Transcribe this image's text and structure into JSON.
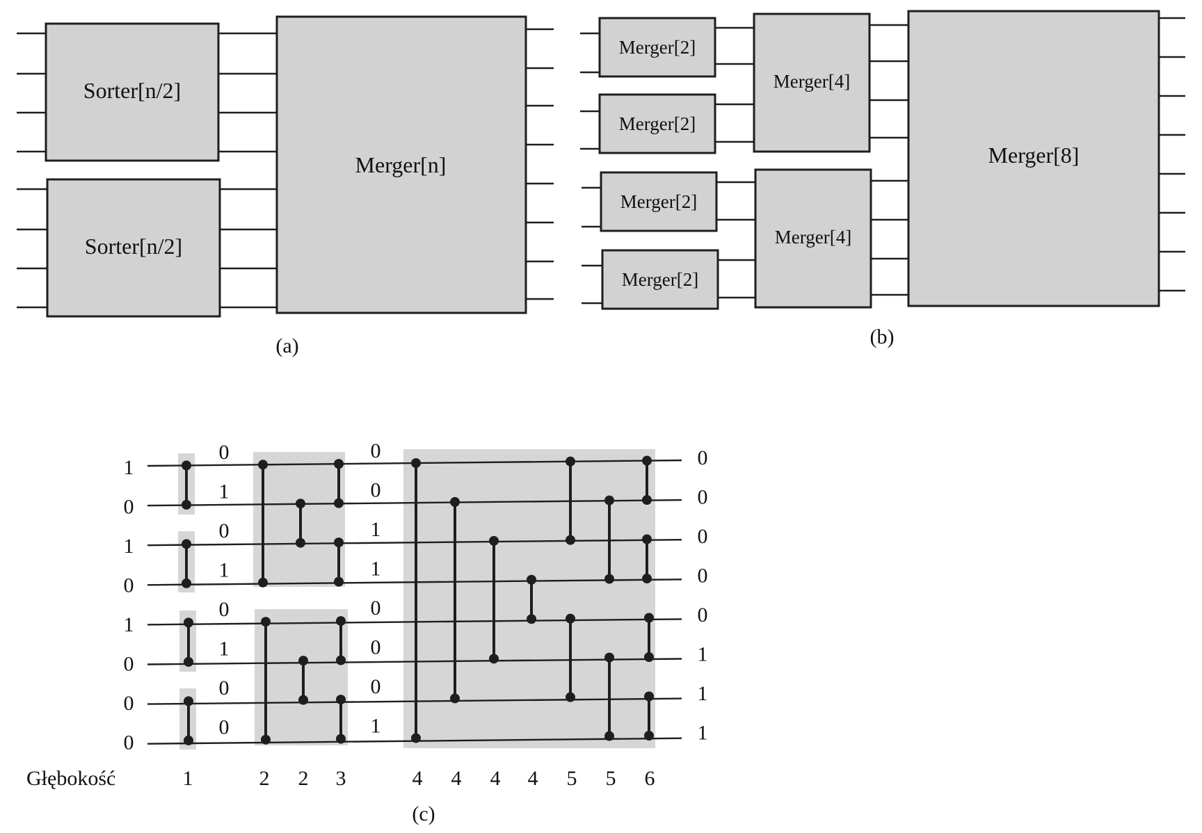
{
  "figure": {
    "panel_a": {
      "caption": "(a)",
      "sorter_label_prefix": "Sorter",
      "sorter_label_arg": "[n/2]",
      "merger_label_prefix": "Merger",
      "merger_label_arg": "[n]"
    },
    "panel_b": {
      "caption": "(b)",
      "merger2_label": "Merger[2]",
      "merger4_label": "Merger[4]",
      "merger8_label": "Merger[8]"
    },
    "panel_c": {
      "caption": "(c)",
      "depth_label": "Głębokość",
      "input_values": [
        "1",
        "0",
        "1",
        "0",
        "1",
        "0",
        "0",
        "0"
      ],
      "after_stage1_values": [
        "0",
        "1",
        "0",
        "1",
        "0",
        "1",
        "0",
        "0"
      ],
      "after_stage2_values": [
        "0",
        "0",
        "1",
        "1",
        "0",
        "0",
        "0",
        "1"
      ],
      "output_values": [
        "0",
        "0",
        "0",
        "0",
        "0",
        "1",
        "1",
        "1"
      ],
      "comparator_depths": [
        "1",
        "2",
        "2",
        "3",
        "4",
        "4",
        "4",
        "4",
        "5",
        "5",
        "6"
      ],
      "comparators": [
        {
          "wires": [
            0,
            1
          ],
          "depth": 1
        },
        {
          "wires": [
            2,
            3
          ],
          "depth": 1
        },
        {
          "wires": [
            4,
            5
          ],
          "depth": 1
        },
        {
          "wires": [
            6,
            7
          ],
          "depth": 1
        },
        {
          "wires": [
            0,
            3
          ],
          "depth": 2
        },
        {
          "wires": [
            1,
            2
          ],
          "depth": 2
        },
        {
          "wires": [
            4,
            7
          ],
          "depth": 2
        },
        {
          "wires": [
            5,
            6
          ],
          "depth": 2
        },
        {
          "wires": [
            0,
            1
          ],
          "depth": 3
        },
        {
          "wires": [
            2,
            3
          ],
          "depth": 3
        },
        {
          "wires": [
            4,
            5
          ],
          "depth": 3
        },
        {
          "wires": [
            6,
            7
          ],
          "depth": 3
        },
        {
          "wires": [
            0,
            7
          ],
          "depth": 4
        },
        {
          "wires": [
            1,
            6
          ],
          "depth": 4
        },
        {
          "wires": [
            2,
            5
          ],
          "depth": 4
        },
        {
          "wires": [
            3,
            4
          ],
          "depth": 4
        },
        {
          "wires": [
            0,
            2
          ],
          "depth": 5
        },
        {
          "wires": [
            1,
            3
          ],
          "depth": 5
        },
        {
          "wires": [
            4,
            6
          ],
          "depth": 5
        },
        {
          "wires": [
            5,
            7
          ],
          "depth": 5
        },
        {
          "wires": [
            0,
            1
          ],
          "depth": 6
        },
        {
          "wires": [
            2,
            3
          ],
          "depth": 6
        },
        {
          "wires": [
            4,
            5
          ],
          "depth": 6
        },
        {
          "wires": [
            6,
            7
          ],
          "depth": 6
        }
      ]
    }
  }
}
